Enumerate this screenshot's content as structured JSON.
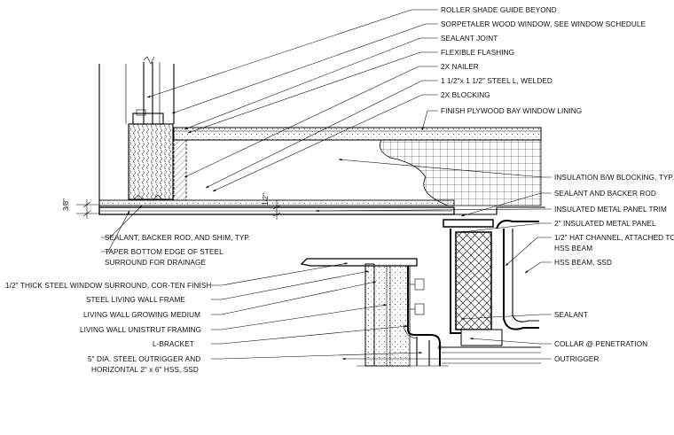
{
  "notes_right_top": [
    "ROLLER SHADE GUIDE BEYOND",
    "SORPETALER WOOD WINDOW, SEE WINDOW SCHEDULE",
    "SEALANT JOINT",
    "FLEXIBLE FLASHING",
    "2X NAILER",
    "1 1/2\"x 1 1/2\" STEEL L, WELDED",
    "2X BLOCKING",
    "FINISH PLYWOOD BAY WINDOW LINING"
  ],
  "notes_right_mid": [
    "INSULATION B/W BLOCKING, TYP.",
    "SEALANT AND BACKER ROD",
    "INSULATED METAL PANEL TRIM",
    "2\" INSULATED METAL PANEL",
    "1/2\" HAT CHANNEL, ATTACHED TO",
    "HSS BEAM",
    "HSS BEAM, SSD"
  ],
  "notes_right_bottom": [
    "SEALANT",
    "COLLAR @ PENETRATION",
    "OUTRIGGER"
  ],
  "notes_left": [
    "SEALANT, BACKER ROD, AND SHIM, TYP.",
    "TAPER BOTTOM EDGE OF STEEL",
    "SURROUND FOR DRAINAGE",
    "1/2\" THICK STEEL WINDOW SURROUND, COR-TEN FINISH",
    "STEEL LIVING WALL FRAME",
    "LIVING WALL GROWING MEDIUM",
    "LIVING WALL UNISTRUT FRAMING",
    "L-BRACKET",
    "5\" DIA. STEEL OUTRIGGER AND",
    "HORIZONTAL 2\" x 6\" HSS, SSD"
  ],
  "dimensions": {
    "left": "3/8\"",
    "center": "1/2\""
  }
}
